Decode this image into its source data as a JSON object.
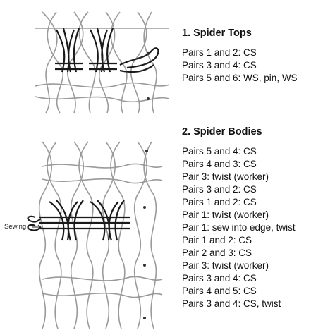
{
  "sections": [
    {
      "title": "1. Spider Tops",
      "steps": [
        "Pairs 1 and 2: CS",
        "Pairs 3 and 4: CS",
        "Pairs 5 and 6: WS, pin, WS"
      ]
    },
    {
      "title": "2. Spider Bodies",
      "steps": [
        "Pairs 5 and 4: CS",
        "Pairs 4 and 3: CS",
        "Pair 3: twist (worker)",
        "Pairs 3 and 2: CS",
        "Pairs 1 and 2: CS",
        "Pair 1: twist (worker)",
        "Pair 1: sew into edge, twist",
        "Pair 1 and 2: CS",
        "Pair 2 and 3: CS",
        "Pair 3: twist (worker)",
        "Pairs 3 and 4: CS",
        "Pairs 4 and 5: CS",
        "Pairs 3 and 4: CS, twist"
      ]
    }
  ],
  "diagram": {
    "sewing_label": "Sewing",
    "colors": {
      "light_thread": "#9a9a9a",
      "dark_thread": "#1a1a1a"
    }
  }
}
